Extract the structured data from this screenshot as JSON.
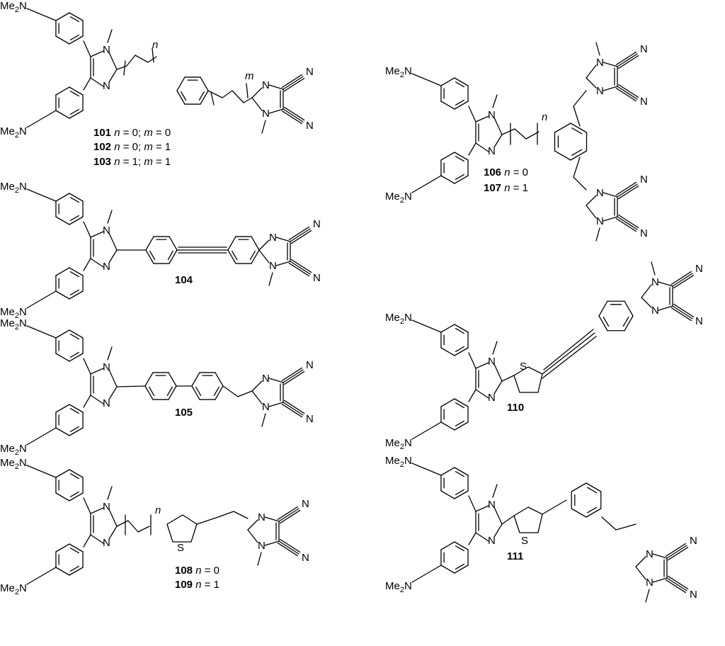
{
  "atoms": {
    "me2n": "Me2N",
    "me2n_prefix": "Me",
    "me2n_sub": "2",
    "me2n_suffix": "N",
    "n": "N",
    "s": "S",
    "cn": "N",
    "var_n": "n",
    "var_m": "m"
  },
  "compounds": [
    {
      "id": "c101",
      "num": "101",
      "rest": " n = 0; m = 0"
    },
    {
      "id": "c102",
      "num": "102",
      "rest": " n = 0; m = 1"
    },
    {
      "id": "c103",
      "num": "103",
      "rest": " n = 1; m = 1"
    },
    {
      "id": "c104",
      "num": "104",
      "rest": ""
    },
    {
      "id": "c105",
      "num": "105",
      "rest": ""
    },
    {
      "id": "c106",
      "num": "106",
      "rest": " n = 0"
    },
    {
      "id": "c107",
      "num": "107",
      "rest": " n = 1"
    },
    {
      "id": "c108",
      "num": "108",
      "rest": " n = 0"
    },
    {
      "id": "c109",
      "num": "109",
      "rest": " n = 1"
    },
    {
      "id": "c110",
      "num": "110",
      "rest": ""
    },
    {
      "id": "c111",
      "num": "111",
      "rest": ""
    }
  ],
  "colors": {
    "ink": "#000000",
    "background": "#ffffff"
  }
}
